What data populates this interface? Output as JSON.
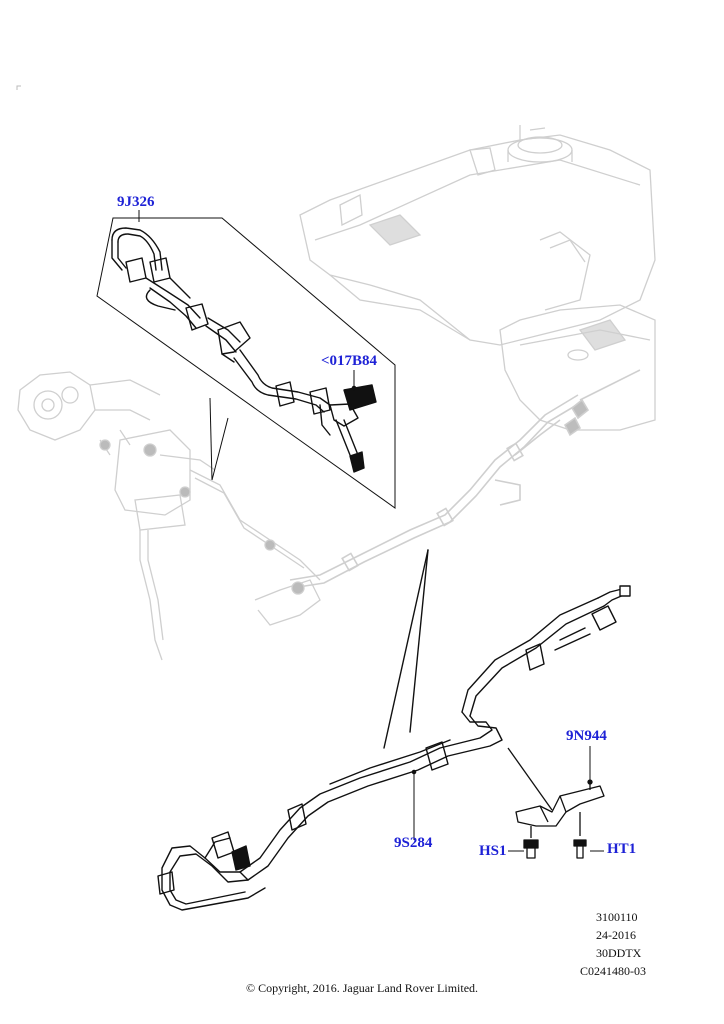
{
  "callouts": {
    "top_part": "9J326",
    "sensor_part": "<017B84",
    "bracket_part": "9N944",
    "main_pipe": "9S284",
    "screw_left": "HS1",
    "screw_right": "HT1"
  },
  "reference": {
    "line1": "3100110",
    "line2": "24-2016",
    "line3": "30DDTX",
    "line4": "C0241480-03"
  },
  "copyright": "© Copyright, 2016. Jaguar Land Rover Limited.",
  "colors": {
    "callout_text": "#1e22d6",
    "line_art": "#111111",
    "ghost_art": "#c8c8c8"
  }
}
